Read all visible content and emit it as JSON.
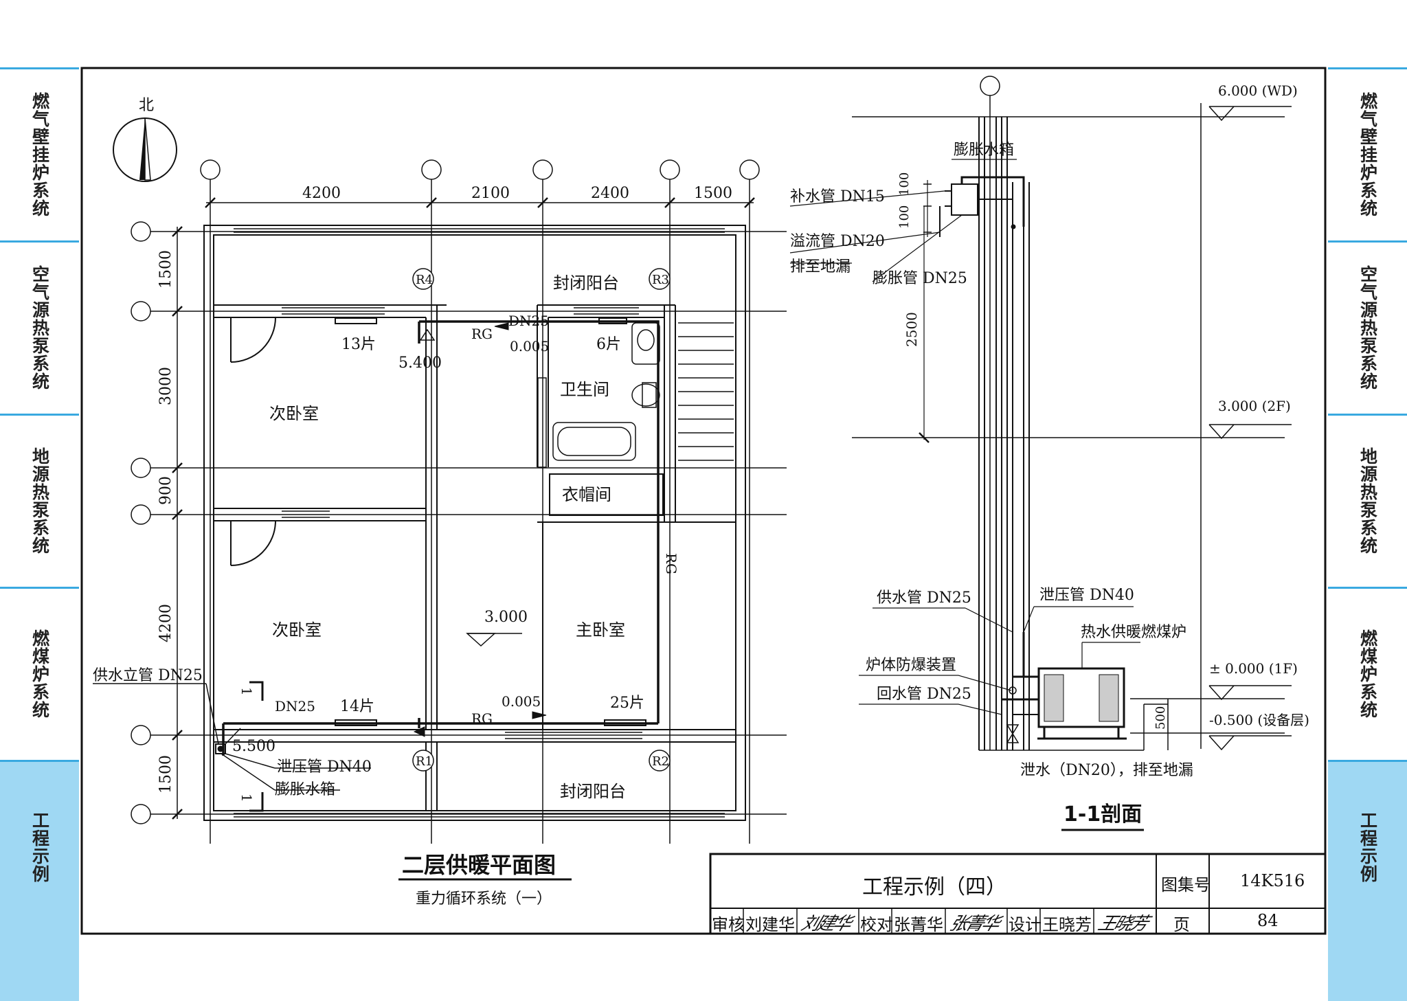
{
  "side_tabs": {
    "left": [
      "燃气壁挂炉系统",
      "空气源热泵系统",
      "地源热泵系统",
      "燃煤炉系统",
      "工程示例"
    ],
    "right": [
      "燃气壁挂炉系统",
      "空气源热泵系统",
      "地源热泵系统",
      "燃煤炉系统",
      "工程示例"
    ],
    "active": "工程示例",
    "accent_color": "#39a9e0",
    "active_color": "#9fd8f3"
  },
  "plan": {
    "north_label": "北",
    "dims_top": [
      "4200",
      "2100",
      "2400",
      "1500"
    ],
    "dims_left": [
      "1500",
      "3000",
      "900",
      "4200",
      "1500"
    ],
    "rooms": {
      "balcony_north": "封闭阳台",
      "balcony_south": "封闭阳台",
      "bedroom_upper": "次卧室",
      "bedroom_lower": "次卧室",
      "master_bedroom": "主卧室",
      "bathroom": "卫生间",
      "cloakroom": "衣帽间"
    },
    "grid_marks": [
      "R4",
      "R3",
      "R1",
      "R2"
    ],
    "notes": {
      "dn25_top": "DN25",
      "rg_top": "RG",
      "slope_top": "0.005",
      "radiator_13": "13片",
      "radiator_6": "6片",
      "elev_5400": "5.400",
      "rg_vertical": "RG",
      "elev_3000": "3.000",
      "supply_riser": "供水立管 DN25",
      "dn25_bottom": "DN25",
      "radiator_14": "14片",
      "slope_bottom": "0.005",
      "rg_bottom": "RG",
      "radiator_25": "25片",
      "elev_5500": "5.500",
      "relief_pipe": "泄压管 DN40",
      "expansion_tank": "膨胀水箱",
      "section_mark_top": "1",
      "section_mark_bottom": "1"
    },
    "title": "二层供暖平面图",
    "subtitle": "重力循环系统（一）"
  },
  "section": {
    "levels": [
      "6.000 (WD)",
      "3.000 (2F)",
      "± 0.000 (1F)",
      "-0.500 (设备层)"
    ],
    "labels": {
      "expansion_tank": "膨胀水箱",
      "makeup_pipe": "补水管 DN15",
      "overflow_pipe": "溢流管 DN20",
      "to_drain": "排至地漏",
      "expansion_pipe": "膨胀管 DN25",
      "supply_pipe": "供水管 DN25",
      "relief_pipe": "泄压管 DN40",
      "boiler": "热水供暖燃煤炉",
      "explosion_proof": "炉体防爆装置",
      "return_pipe": "回水管 DN25",
      "drain": "泄水（DN20），排至地漏"
    },
    "dims": [
      "100",
      "100",
      "2500",
      "500"
    ],
    "title": "1-1剖面"
  },
  "title_block": {
    "drawing_title": "工程示例（四）",
    "atlas_label": "图集号",
    "atlas_no": "14K516",
    "review_label": "审核",
    "reviewer": "刘建华",
    "reviewer_sig": "刘建华",
    "check_label": "校对",
    "checker": "张菁华",
    "checker_sig": "张菁华",
    "design_label": "设计",
    "designer": "王晓芳",
    "designer_sig": "王晓芳",
    "page_label": "页",
    "page_no": "84"
  }
}
